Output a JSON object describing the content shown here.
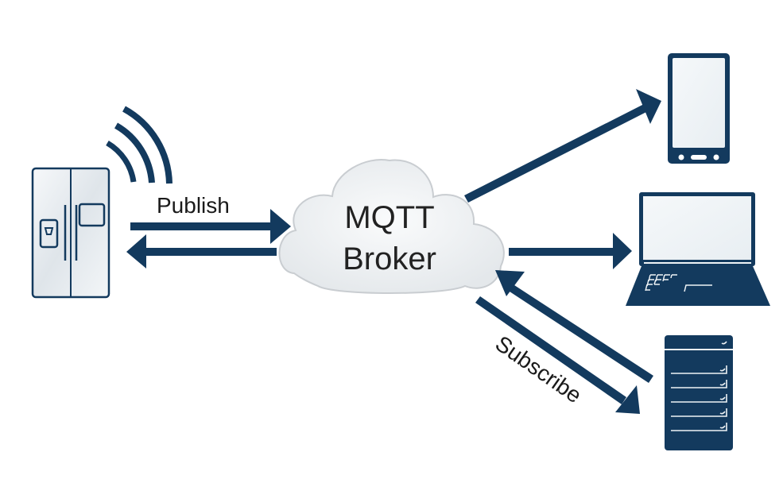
{
  "title": "MQTT publish/subscribe diagram",
  "colors": {
    "primary": "#133a5e",
    "device_fill": "#eef2f5",
    "cloud_fill": "#f2f4f6",
    "cloud_stroke": "#c9cdd1",
    "background": "#ffffff"
  },
  "broker": {
    "line1": "MQTT",
    "line2": "Broker",
    "icon": "cloud-icon"
  },
  "publisher": {
    "device": "refrigerator",
    "icon": "fridge-icon",
    "signal_icon": "wifi-signal-icon"
  },
  "subscribers": [
    {
      "device": "smartphone",
      "icon": "phone-icon"
    },
    {
      "device": "laptop",
      "icon": "laptop-icon"
    },
    {
      "device": "server",
      "icon": "server-icon"
    }
  ],
  "labels": {
    "publish": "Publish",
    "subscribe": "Subscribe"
  }
}
